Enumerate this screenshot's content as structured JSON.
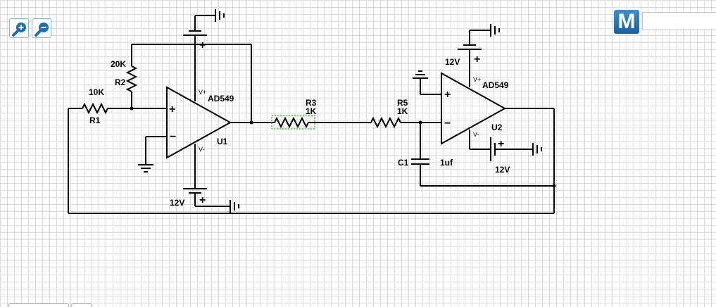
{
  "toolbar": {
    "zoom_in_icon": "magnifier-plus-icon",
    "zoom_out_icon": "magnifier-minus-icon",
    "logo_text": "M"
  },
  "labels": {
    "r1_name": "R1",
    "r1_value": "10K",
    "r2_name": "R2",
    "r2_value": "20K",
    "r3_name": "R3",
    "r3_value": "1K",
    "r5_name": "R5",
    "r5_value": "1K",
    "c1_name": "C1",
    "c1_value": "1uf",
    "u1_name": "U1",
    "u1_part": "AD549",
    "u2_name": "U2",
    "u2_part": "AD549",
    "vplus": "V+",
    "vminus": "V-",
    "plus": "+",
    "minus": "−",
    "v12_u1": "12V",
    "v12_u2_top": "12V",
    "v12_u2_bottom": "12V"
  },
  "colors": {
    "wire": "#000000",
    "selection": "#33cc33",
    "accent": "#1a6fb5"
  }
}
